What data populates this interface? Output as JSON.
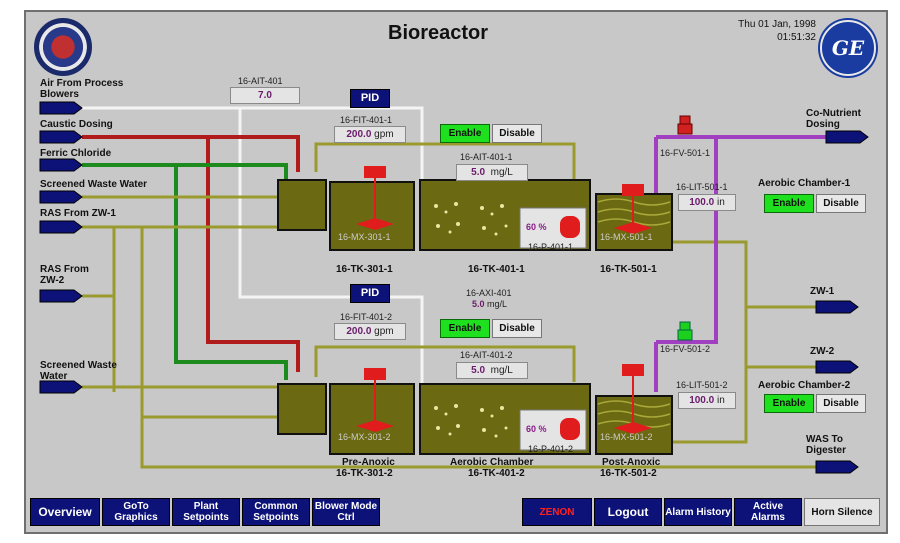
{
  "header": {
    "title": "Bioreactor",
    "date": "Thu 01 Jan, 1998",
    "time": "01:51:32"
  },
  "inlets": {
    "air": "Air From Process Blowers",
    "caustic": "Caustic Dosing",
    "ferric": "Ferric Chloride",
    "screened1": "Screened Waste Water",
    "ras_zw1": "RAS From ZW-1",
    "ras_zw2": "RAS From ZW-2",
    "screened2": "Screened Waste Water",
    "conutrient": "Co-Nutrient Dosing"
  },
  "outlets": {
    "zw1": "ZW-1",
    "zw2": "ZW-2",
    "was": "WAS To Digester"
  },
  "train1": {
    "ait_tag": "16-AIT-401",
    "ait_val": "7.0",
    "pid": "PID",
    "fit_tag": "16-FIT-401-1",
    "fit_val": "200.0",
    "fit_unit": "gpm",
    "enable": "Enable",
    "disable": "Disable",
    "ait2_tag": "16-AIT-401-1",
    "ait2_val": "5.0",
    "ait2_unit": "mg/L",
    "fv_tag": "16-FV-501-1",
    "lit_tag": "16-LIT-501-1",
    "lit_val": "100.0",
    "lit_unit": "in",
    "mixer1": "16-MX-301-1",
    "pump_pct": "60 %",
    "pump_tag": "16-P-401-1",
    "mixer2": "16-MX-501-1",
    "tank1": "16-TK-301-1",
    "tank2": "16-TK-401-1",
    "tank3": "16-TK-501-1",
    "chamber_label": "Aerobic Chamber-1",
    "ch_enable": "Enable",
    "ch_disable": "Disable"
  },
  "train2": {
    "pid": "PID",
    "axi_tag": "16-AXI-401",
    "axi_val": "5.0",
    "axi_unit": "mg/L",
    "fit_tag": "16-FIT-401-2",
    "fit_val": "200.0",
    "fit_unit": "gpm",
    "enable": "Enable",
    "disable": "Disable",
    "ait2_tag": "16-AIT-401-2",
    "ait2_val": "5.0",
    "ait2_unit": "mg/L",
    "fv_tag": "16-FV-501-2",
    "lit_tag": "16-LIT-501-2",
    "lit_val": "100.0",
    "lit_unit": "in",
    "mixer1": "16-MX-301-2",
    "pump_pct": "60 %",
    "pump_tag": "16-P-401-2",
    "mixer2": "16-MX-501-2",
    "tank1_name": "Pre-Anoxic",
    "tank1": "16-TK-301-2",
    "tank2_name": "Aerobic Chamber",
    "tank2": "16-TK-401-2",
    "tank3_name": "Post-Anoxic",
    "tank3": "16-TK-501-2",
    "chamber_label": "Aerobic Chamber-2",
    "ch_enable": "Enable",
    "ch_disable": "Disable"
  },
  "nav": {
    "overview": "Overview",
    "goto": "GoTo Graphics",
    "plant": "Plant Setpoints",
    "common": "Common Setpoints",
    "blower": "Blower Mode Ctrl",
    "zenon": "ZENON",
    "logout": "Logout",
    "alarm_history": "Alarm History",
    "active_alarms": "Active Alarms",
    "horn": "Horn Silence"
  },
  "colors": {
    "panel": "#c8c8c8",
    "navy": "#0c1278",
    "sludge": "#6b6a12",
    "green_pipe": "#1c8a1c",
    "red_pipe": "#b01c1c",
    "olive_pipe": "#9a9a2e",
    "purple_pipe": "#a040c0",
    "enable_green": "#1ee01e"
  },
  "icons": {
    "left_logo": "agency-seal-icon",
    "right_logo": "ge-logo-icon"
  }
}
